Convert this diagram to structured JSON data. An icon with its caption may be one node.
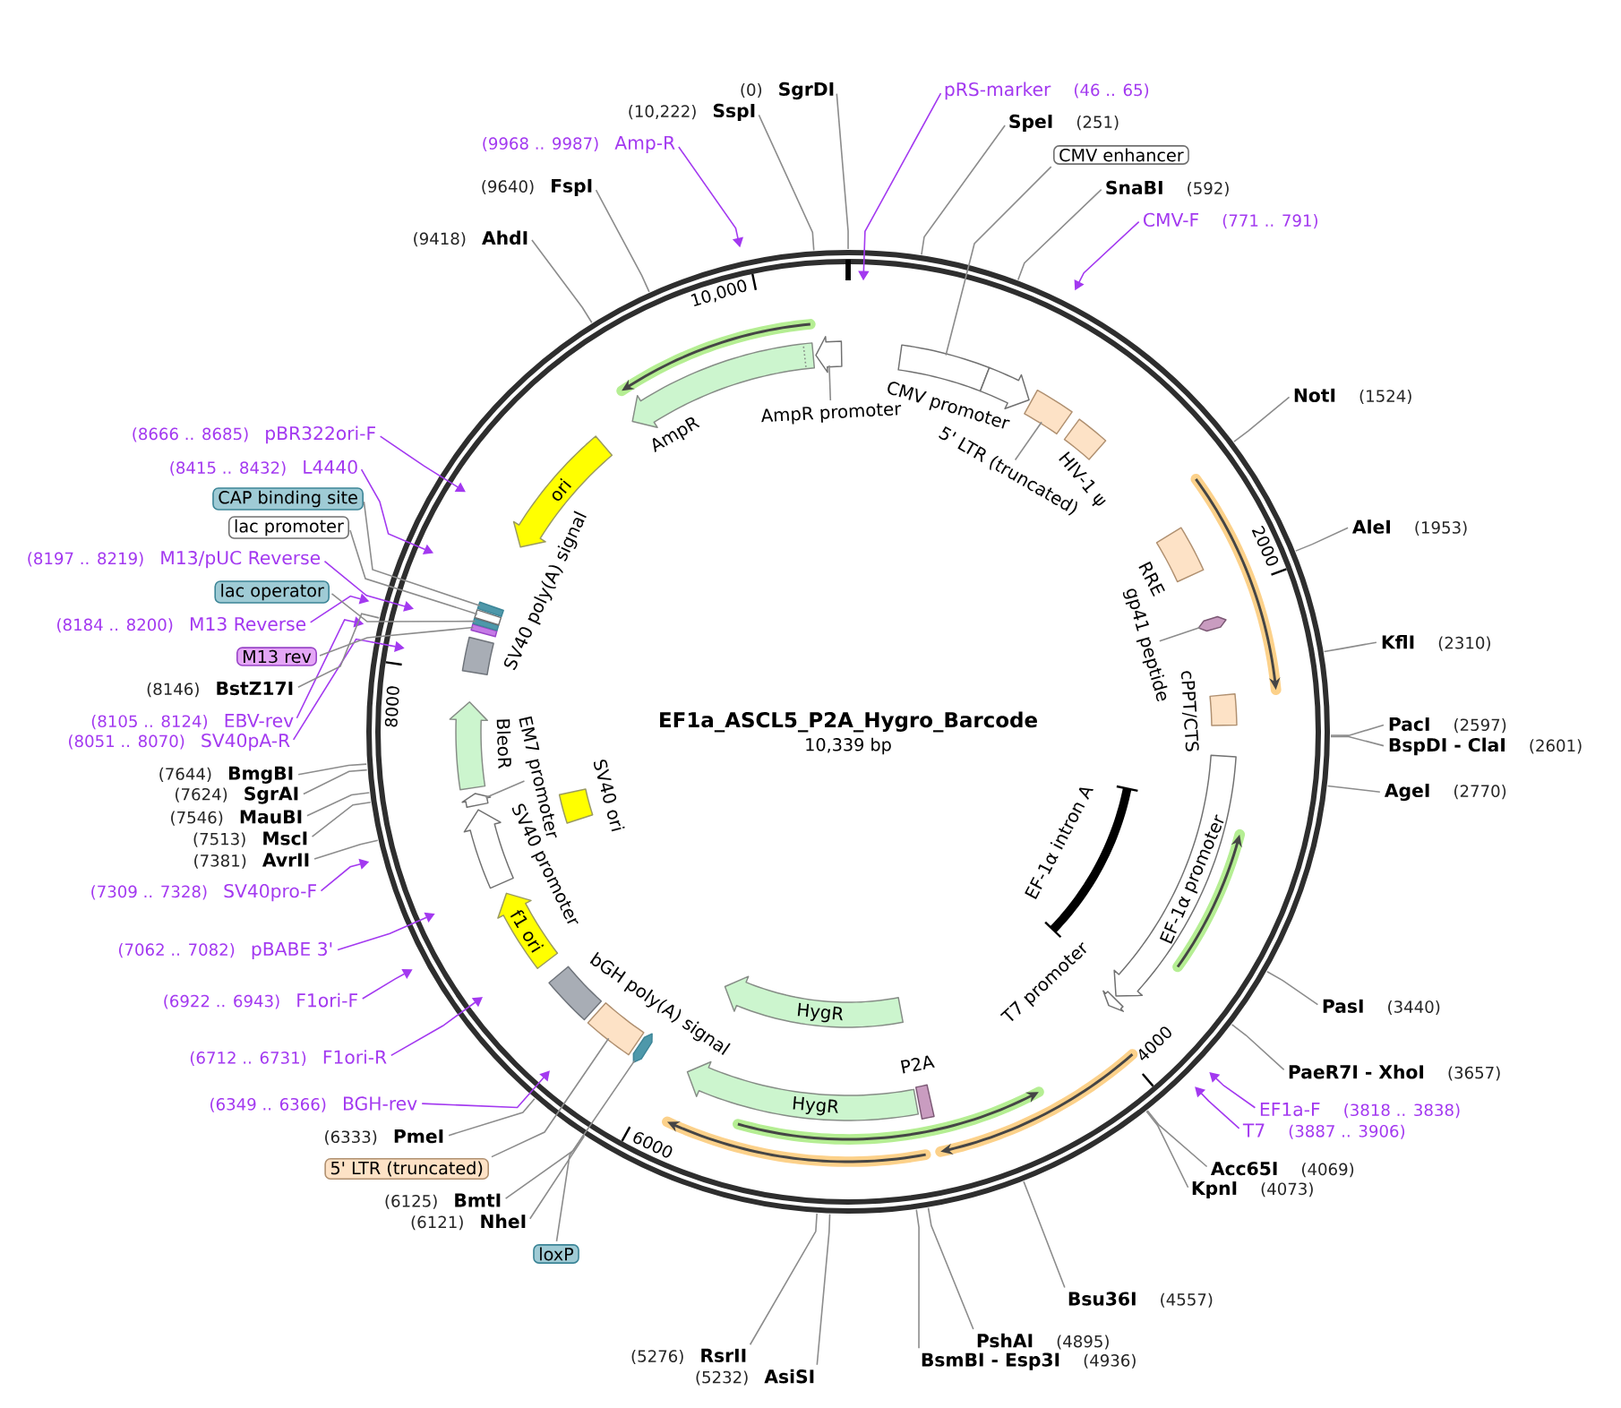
{
  "diagram": {
    "title": "EF1a_ASCL5_P2A_Hygro_Barcode",
    "nodes": [
      {
        "text": [
          "SgrDI"
        ],
        "beside": [
          "(0)"
        ]
      },
      {
        "text": [
          "pRS-marker"
        ],
        "beside": [
          "(46 .. 65)"
        ]
      },
      {
        "text": [
          "SpeI"
        ],
        "beside": [
          "(251)"
        ]
      },
      {
        "text": [
          "CMV enhancer"
        ]
      },
      {
        "text": [
          "SnaBI"
        ],
        "beside": [
          "(592)"
        ]
      },
      {
        "text": [
          "CMV-F"
        ],
        "beside": [
          "(771 .. 791)"
        ]
      },
      {
        "text": [
          "NotI"
        ],
        "beside": [
          "(1524)"
        ]
      },
      {
        "text": [
          "AleI"
        ],
        "beside": [
          "(1953)"
        ]
      },
      {
        "text": [
          "KflI"
        ],
        "beside": [
          "(2310)"
        ]
      },
      {
        "text": [
          "PacI"
        ],
        "beside": [
          "(2597)"
        ]
      },
      {
        "text": [
          "BspDI - ClaI"
        ],
        "beside": [
          "(2601)"
        ]
      },
      {
        "text": [
          "AgeI"
        ],
        "beside": [
          "(2770)"
        ]
      },
      {
        "text": [
          "PasI"
        ],
        "beside": [
          "(3440)"
        ]
      },
      {
        "text": [
          "PaeR7I - XhoI"
        ],
        "beside": [
          "(3657)"
        ]
      },
      {
        "text": [
          "EF1a-F"
        ],
        "beside": [
          "(3818 .. 3838)"
        ]
      },
      {
        "text": [
          "T7"
        ],
        "beside": [
          "(3887 .. 3906)"
        ]
      },
      {
        "text": [
          "Acc65I"
        ],
        "beside": [
          "(4069)"
        ]
      },
      {
        "text": [
          "KpnI"
        ],
        "beside": [
          "(4073)"
        ]
      },
      {
        "text": [
          "Bsu36I"
        ],
        "beside": [
          "(4557)"
        ]
      },
      {
        "text": [
          "PshAI"
        ],
        "beside": [
          "(4895)"
        ]
      },
      {
        "text": [
          "BsmBI - Esp3I"
        ],
        "beside": [
          "(4936)"
        ]
      },
      {
        "text": [
          "AsiSI"
        ],
        "beside": [
          "(5232)"
        ]
      },
      {
        "text": [
          "RsrII"
        ],
        "beside": [
          "(5276)"
        ]
      },
      {
        "text": [
          "loxP"
        ]
      },
      {
        "text": [
          "NheI"
        ],
        "beside": [
          "(6121)"
        ]
      },
      {
        "text": [
          "BmtI"
        ],
        "beside": [
          "(6125)"
        ]
      },
      {
        "text": [
          "5' LTR (truncated)"
        ]
      },
      {
        "text": [
          "PmeI"
        ],
        "beside": [
          "(6333)"
        ]
      },
      {
        "text": [
          "BGH-rev"
        ],
        "beside": [
          "(6349 .. 6366)"
        ]
      },
      {
        "text": [
          "F1ori-R"
        ],
        "beside": [
          "(6712 .. 6731)"
        ]
      },
      {
        "text": [
          "F1ori-F"
        ],
        "beside": [
          "(6922 .. 6943)"
        ]
      },
      {
        "text": [
          "pBABE 3'"
        ],
        "beside": [
          "(7062 .. 7082)"
        ]
      },
      {
        "text": [
          "SV40pro-F"
        ],
        "beside": [
          "(7309 .. 7328)"
        ]
      },
      {
        "text": [
          "AvrII"
        ],
        "beside": [
          "(7381)"
        ]
      },
      {
        "text": [
          "MscI"
        ],
        "beside": [
          "(7513)"
        ]
      },
      {
        "text": [
          "MauBI"
        ],
        "beside": [
          "(7546)"
        ]
      },
      {
        "text": [
          "SgrAI"
        ],
        "beside": [
          "(7624)"
        ]
      },
      {
        "text": [
          "BmgBI"
        ],
        "beside": [
          "(7644)"
        ]
      },
      {
        "text": [
          "SV40pA-R"
        ],
        "beside": [
          "(8051 .. 8070)"
        ]
      },
      {
        "text": [
          "EBV-rev"
        ],
        "beside": [
          "(8105 .. 8124)"
        ]
      },
      {
        "text": [
          "BstZ17I"
        ],
        "beside": [
          "(8146)"
        ]
      },
      {
        "text": [
          "M13 rev"
        ]
      },
      {
        "text": [
          "M13 Reverse"
        ],
        "beside": [
          "(8184 .. 8200)"
        ]
      },
      {
        "text": [
          "lac operator"
        ]
      },
      {
        "text": [
          "M13/pUC Reverse"
        ],
        "beside": [
          "(8197 .. 8219)"
        ]
      },
      {
        "text": [
          "lac promoter"
        ]
      },
      {
        "text": [
          "CAP binding site"
        ]
      },
      {
        "text": [
          "L4440"
        ],
        "beside": [
          "(8415 .. 8432)"
        ]
      },
      {
        "text": [
          "pBR322ori-F"
        ],
        "beside": [
          "(8666 .. 8685)"
        ]
      },
      {
        "text": [
          "AhdI"
        ],
        "beside": [
          "(9418)"
        ]
      },
      {
        "text": [
          "FspI"
        ],
        "beside": [
          "(9640)"
        ]
      },
      {
        "text": [
          "Amp-R"
        ],
        "beside": [
          "(9968 .. 9987)"
        ]
      },
      {
        "text": [
          "SspI"
        ],
        "beside": [
          "(10,222)"
        ]
      },
      {
        "text": [],
        "shape": "box"
      },
      {
        "text": [
          "CMV promoter"
        ]
      },
      {
        "text": [
          "5' LTR (truncated)"
        ]
      },
      {
        "text": [],
        "shape": "box"
      },
      {
        "text": [
          "HIV-1 ψ"
        ]
      },
      {
        "text": [
          "RRE"
        ]
      },
      {
        "text": [
          "gp41 peptide"
        ]
      },
      {
        "text": [],
        "shape": "hexagon"
      },
      {
        "text": [
          "cPPT/CTS"
        ]
      },
      {
        "text": [
          "EF-1α promoter"
        ]
      },
      {
        "text": [
          "EF-1α intron A"
        ]
      },
      {
        "text": [
          "T7 promoter"
        ]
      },
      {
        "text": [
          "HygR"
        ]
      },
      {
        "text": [
          "P2A"
        ]
      },
      {
        "text": [
          "HygR"
        ]
      },
      {
        "text": [],
        "shape": "hexagon"
      },
      {
        "text": [],
        "shape": "box"
      },
      {
        "text": [
          "bGH poly(A) signal"
        ]
      },
      {
        "text": [
          "f1 ori"
        ]
      },
      {
        "text": [
          "SV40 ori"
        ]
      },
      {
        "text": [
          "SV40 promoter"
        ]
      },
      {
        "text": [
          "EM7 promoter"
        ]
      },
      {
        "text": [],
        "shape": "arrow"
      },
      {
        "text": [
          "BleoR"
        ]
      },
      {
        "text": [],
        "shape": "bar"
      },
      {
        "text": [],
        "shape": "bar"
      },
      {
        "text": [],
        "shape": "bar"
      },
      {
        "text": [],
        "shape": "bar"
      },
      {
        "text": [
          "SV40 poly(A) signal"
        ]
      },
      {
        "text": [
          "ori"
        ]
      },
      {
        "text": [
          "AmpR"
        ]
      },
      {
        "text": [
          "AmpR promoter"
        ]
      },
      {
        "text": [],
        "shape": "arrow"
      }
    ],
    "edges": [
      {
        "from": 0,
        "to": null,
        "arrow": "none"
      },
      {
        "from": 1,
        "to": null,
        "arrow": "to",
        "color": "#a339f0"
      },
      {
        "from": 2,
        "to": null,
        "arrow": "none"
      },
      {
        "from": 3,
        "to": 53,
        "arrow": "none"
      },
      {
        "from": 4,
        "to": null,
        "arrow": "none"
      },
      {
        "from": 5,
        "to": null,
        "arrow": "to",
        "color": "#a339f0"
      },
      {
        "from": 6,
        "to": null,
        "arrow": "none"
      },
      {
        "from": 7,
        "to": null,
        "arrow": "none"
      },
      {
        "from": 8,
        "to": null,
        "arrow": "none"
      },
      {
        "from": 9,
        "to": null,
        "arrow": "none"
      },
      {
        "from": 10,
        "to": null,
        "arrow": "none"
      },
      {
        "from": 11,
        "to": null,
        "arrow": "none"
      },
      {
        "from": 12,
        "to": null,
        "arrow": "none"
      },
      {
        "from": 13,
        "to": null,
        "arrow": "none"
      },
      {
        "from": 14,
        "to": null,
        "arrow": "to",
        "color": "#a339f0"
      },
      {
        "from": 15,
        "to": null,
        "arrow": "to",
        "color": "#a339f0"
      },
      {
        "from": 16,
        "to": null,
        "arrow": "none"
      },
      {
        "from": 17,
        "to": null,
        "arrow": "none"
      },
      {
        "from": 18,
        "to": null,
        "arrow": "none"
      },
      {
        "from": 19,
        "to": null,
        "arrow": "none"
      },
      {
        "from": 20,
        "to": null,
        "arrow": "none"
      },
      {
        "from": 21,
        "to": null,
        "arrow": "none"
      },
      {
        "from": 22,
        "to": null,
        "arrow": "none"
      },
      {
        "from": 23,
        "to": 68,
        "arrow": "none"
      },
      {
        "from": 24,
        "to": null,
        "arrow": "none"
      },
      {
        "from": 25,
        "to": null,
        "arrow": "none"
      },
      {
        "from": 26,
        "to": 69,
        "arrow": "none"
      },
      {
        "from": 27,
        "to": null,
        "arrow": "none"
      },
      {
        "from": 28,
        "to": null,
        "arrow": "to",
        "color": "#a339f0"
      },
      {
        "from": 29,
        "to": null,
        "arrow": "to",
        "color": "#a339f0"
      },
      {
        "from": 30,
        "to": null,
        "arrow": "to",
        "color": "#a339f0"
      },
      {
        "from": 31,
        "to": null,
        "arrow": "to",
        "color": "#a339f0"
      },
      {
        "from": 32,
        "to": null,
        "arrow": "to",
        "color": "#a339f0"
      },
      {
        "from": 33,
        "to": null,
        "arrow": "none"
      },
      {
        "from": 34,
        "to": null,
        "arrow": "none"
      },
      {
        "from": 35,
        "to": null,
        "arrow": "none"
      },
      {
        "from": 36,
        "to": null,
        "arrow": "none"
      },
      {
        "from": 37,
        "to": null,
        "arrow": "none"
      },
      {
        "from": 38,
        "to": null,
        "arrow": "to",
        "color": "#a339f0"
      },
      {
        "from": 39,
        "to": null,
        "arrow": "to",
        "color": "#a339f0"
      },
      {
        "from": 40,
        "to": null,
        "arrow": "none"
      },
      {
        "from": 41,
        "to": 77,
        "arrow": "none"
      },
      {
        "from": 42,
        "to": null,
        "arrow": "to",
        "color": "#a339f0"
      },
      {
        "from": 43,
        "to": 78,
        "arrow": "none"
      },
      {
        "from": 44,
        "to": null,
        "arrow": "to",
        "color": "#a339f0"
      },
      {
        "from": 45,
        "to": 79,
        "arrow": "none"
      },
      {
        "from": 46,
        "to": 80,
        "arrow": "none"
      },
      {
        "from": 47,
        "to": null,
        "arrow": "to",
        "color": "#a339f0"
      },
      {
        "from": 48,
        "to": null,
        "arrow": "to",
        "color": "#a339f0"
      },
      {
        "from": 49,
        "to": null,
        "arrow": "none"
      },
      {
        "from": 50,
        "to": null,
        "arrow": "none"
      },
      {
        "from": 51,
        "to": null,
        "arrow": "to",
        "color": "#a339f0"
      },
      {
        "from": 52,
        "to": null,
        "arrow": "none"
      },
      {
        "from": 55,
        "to": 56,
        "arrow": "none"
      },
      {
        "from": 59,
        "to": 60,
        "arrow": "none"
      },
      {
        "from": 74,
        "to": 75,
        "arrow": "none"
      },
      {
        "from": 84,
        "to": 85,
        "arrow": "none"
      }
    ],
    "labels": [
      "10,000",
      "2000",
      "8000",
      "10,339 bp",
      "4000",
      "6000"
    ]
  }
}
